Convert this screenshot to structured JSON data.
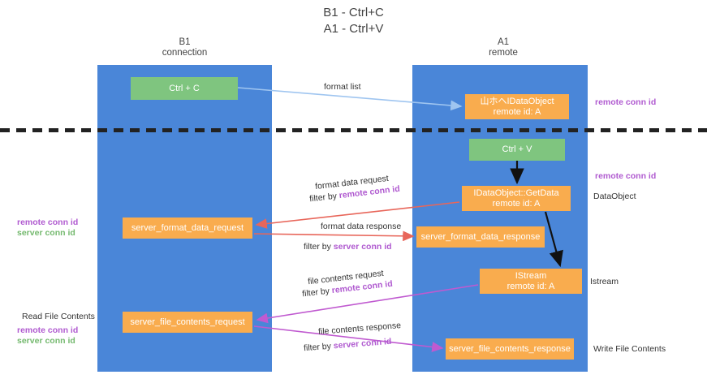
{
  "title": {
    "line1": "B1 - Ctrl+C",
    "line2": "A1 - Ctrl+V"
  },
  "columns": [
    {
      "name": "B1",
      "role": "connection"
    },
    {
      "name": "A1",
      "role": "remote"
    }
  ],
  "colors": {
    "lane": "#4a86d8",
    "green_node": "#7fc57f",
    "orange_node": "#f9ac4e",
    "purple_text": "#b05ad0",
    "green_text": "#74b96e",
    "arrow_blue": "#9fc5f0",
    "arrow_red": "#e8665a",
    "arrow_magenta": "#c05ad0",
    "arrow_black": "#000000",
    "divider": "#222222"
  },
  "nodes": {
    "ctrl_c": {
      "label": "Ctrl + C"
    },
    "idataobject": {
      "line1": "山ホヘIDataObject",
      "line2": "remote id: A"
    },
    "ctrl_v": {
      "label": "Ctrl + V"
    },
    "getdata": {
      "line1": "IDataObject::GetData",
      "line2": "remote id: A"
    },
    "server_format_data_request": {
      "label": "server_format_data_request"
    },
    "server_format_data_response": {
      "label": "server_format_data_response"
    },
    "istream": {
      "line1": "IStream",
      "line2": "remote id: A"
    },
    "server_file_contents_request": {
      "label": "server_file_contents_request"
    },
    "server_file_contents_response": {
      "label": "server_file_contents_response"
    }
  },
  "edges": {
    "format_list": {
      "label": "format list"
    },
    "format_data_request": {
      "label": "format data request",
      "filter_prefix": "filter by ",
      "filter_key": "remote conn id"
    },
    "format_data_response": {
      "label": "format data response",
      "filter_prefix": "filter by ",
      "filter_key": "server conn id"
    },
    "file_contents_request": {
      "label": "file contents request",
      "filter_prefix": "filter by ",
      "filter_key": "remote conn id"
    },
    "file_contents_response": {
      "label": "file contents response",
      "filter_prefix": "filter by ",
      "filter_key": "server conn id"
    }
  },
  "annotations": {
    "right_remote_conn_id_top": "remote conn id",
    "right_remote_conn_id_mid": "remote conn id",
    "dataobject": "DataObject",
    "istream": "Istream",
    "write_file_contents": "Write File Contents",
    "read_file_contents": "Read File Contents",
    "left_remote_conn_id": "remote conn id",
    "left_server_conn_id": "server conn id",
    "left_remote_conn_id_2": "remote conn id",
    "left_server_conn_id_2": "server conn id"
  }
}
